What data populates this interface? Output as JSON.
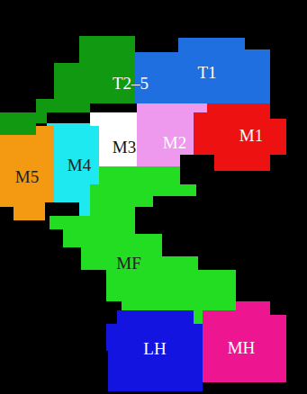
{
  "diagram": {
    "nodes": [
      {
        "text": [
          "T2–5"
        ]
      },
      {
        "text": [
          "T1"
        ]
      },
      {
        "text": [
          "M5"
        ]
      },
      {
        "text": [
          "M4"
        ]
      },
      {
        "text": [
          "M3"
        ]
      },
      {
        "text": [
          "M2"
        ]
      },
      {
        "text": [
          "M1"
        ]
      },
      {
        "text": [
          "MF"
        ]
      },
      {
        "text": [
          "LH"
        ]
      },
      {
        "text": [
          "MH"
        ]
      }
    ]
  }
}
